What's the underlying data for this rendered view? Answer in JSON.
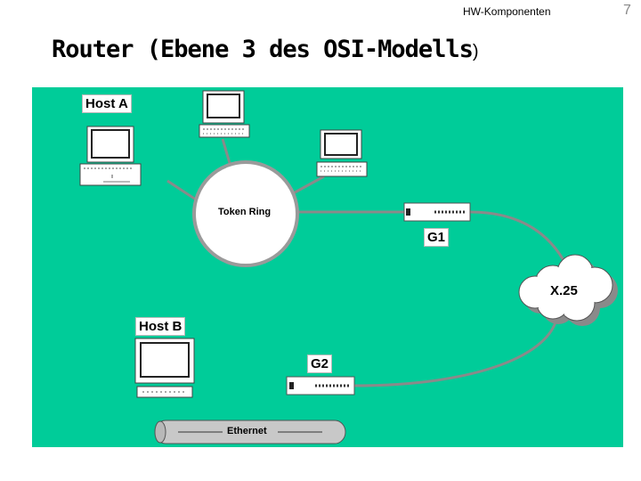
{
  "header": {
    "chapter": "HW-Komponenten",
    "page_number": "7",
    "title_main": "Router  (Ebene 3 des OSI-Modells",
    "title_paren": ")"
  },
  "diagram": {
    "background_color": "#00cc99",
    "host_a_label": "Host A",
    "host_b_label": "Host B",
    "token_ring_label": "Token Ring",
    "g1_label": "G1",
    "g2_label": "G2",
    "x25_label": "X.25",
    "ethernet_label": "Ethernet"
  }
}
